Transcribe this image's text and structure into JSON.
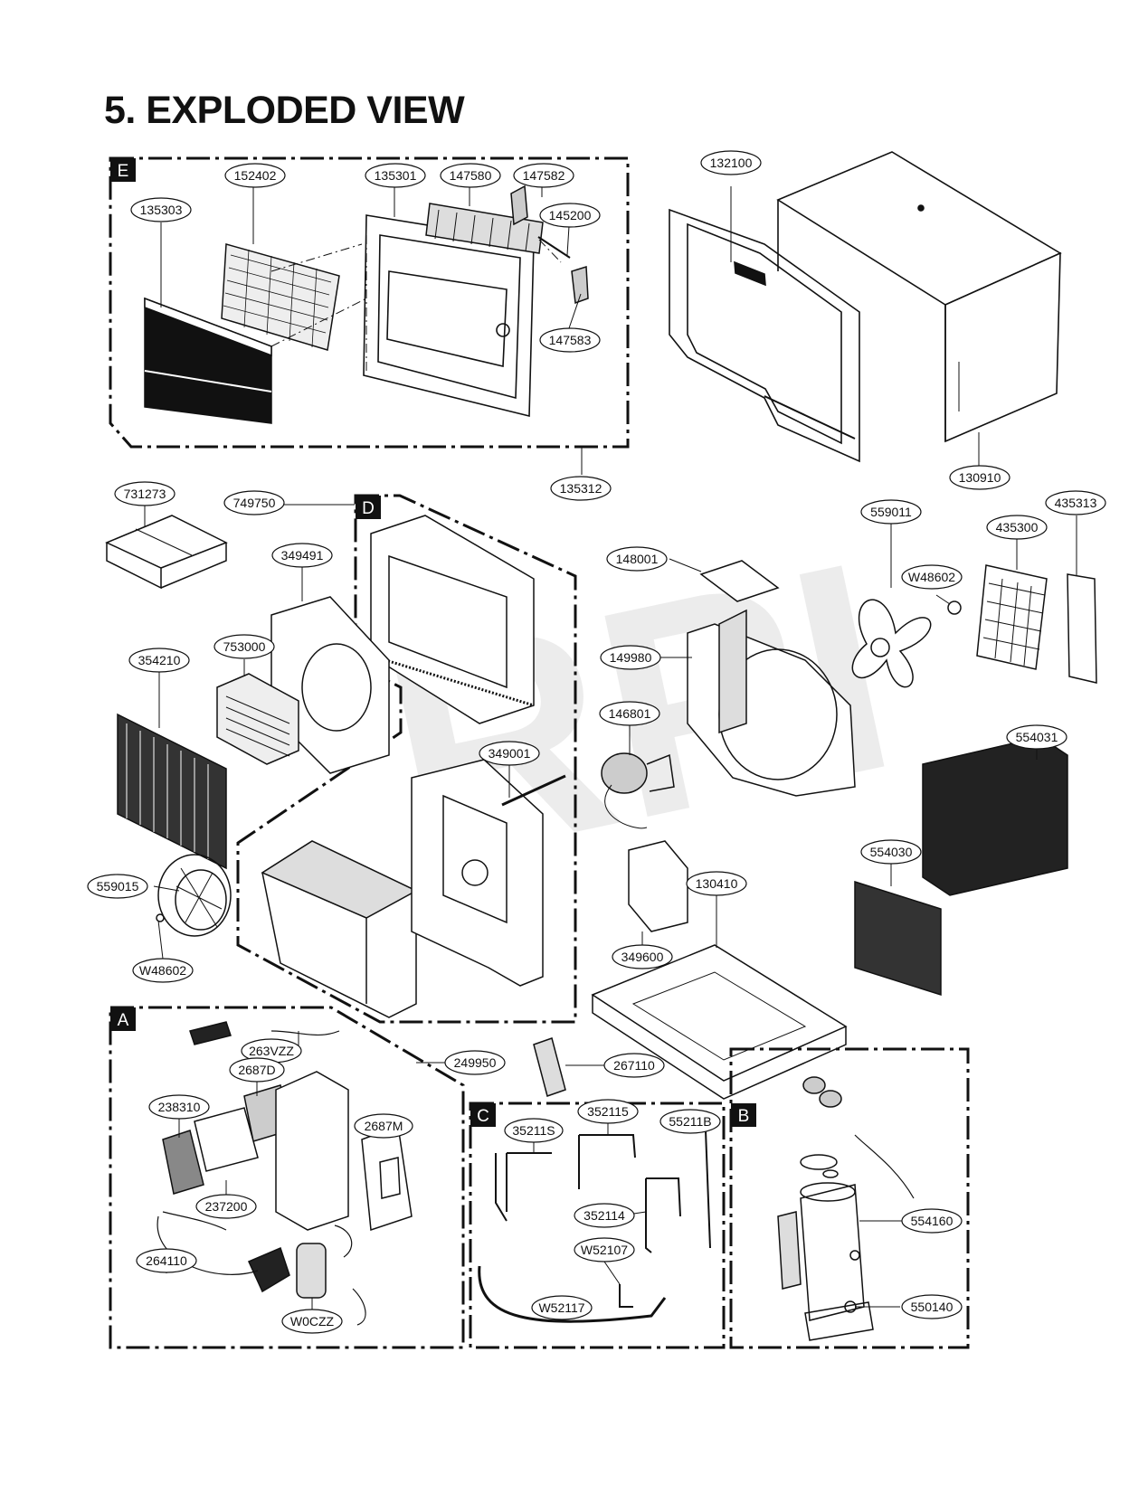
{
  "title": "5. EXPLODED VIEW",
  "watermark": "RPI",
  "sections": {
    "E": "E",
    "D": "D",
    "A": "A",
    "C": "C",
    "B": "B"
  },
  "parts": {
    "p135303": "135303",
    "p152402": "152402",
    "p135301": "135301",
    "p147580": "147580",
    "p147582": "147582",
    "p145200": "145200",
    "p147583": "147583",
    "p135312": "135312",
    "p132100": "132100",
    "p130910": "130910",
    "p731273": "731273",
    "p749750": "749750",
    "p349491": "349491",
    "p753000": "753000",
    "p354210": "354210",
    "p349001": "349001",
    "p559015": "559015",
    "pW48602a": "W48602",
    "p148001": "148001",
    "p559011": "559011",
    "pW48602b": "W48602",
    "p435300": "435300",
    "p435313": "435313",
    "p149980": "149980",
    "p146801": "146801",
    "p554031": "554031",
    "p554030": "554030",
    "p130410": "130410",
    "p349600": "349600",
    "p263VZZ": "263VZZ",
    "p249950": "249950",
    "p2687D": "2687D",
    "p238310": "238310",
    "p2687M": "2687M",
    "p237200": "237200",
    "p264110": "264110",
    "pW0CZZ": "W0CZZ",
    "p267110": "267110",
    "p35211S": "35211S",
    "p352115": "352115",
    "p55211B": "55211B",
    "p352114": "352114",
    "pW52107": "W52107",
    "pW52117": "W52117",
    "p554160": "554160",
    "p550140": "550140"
  }
}
